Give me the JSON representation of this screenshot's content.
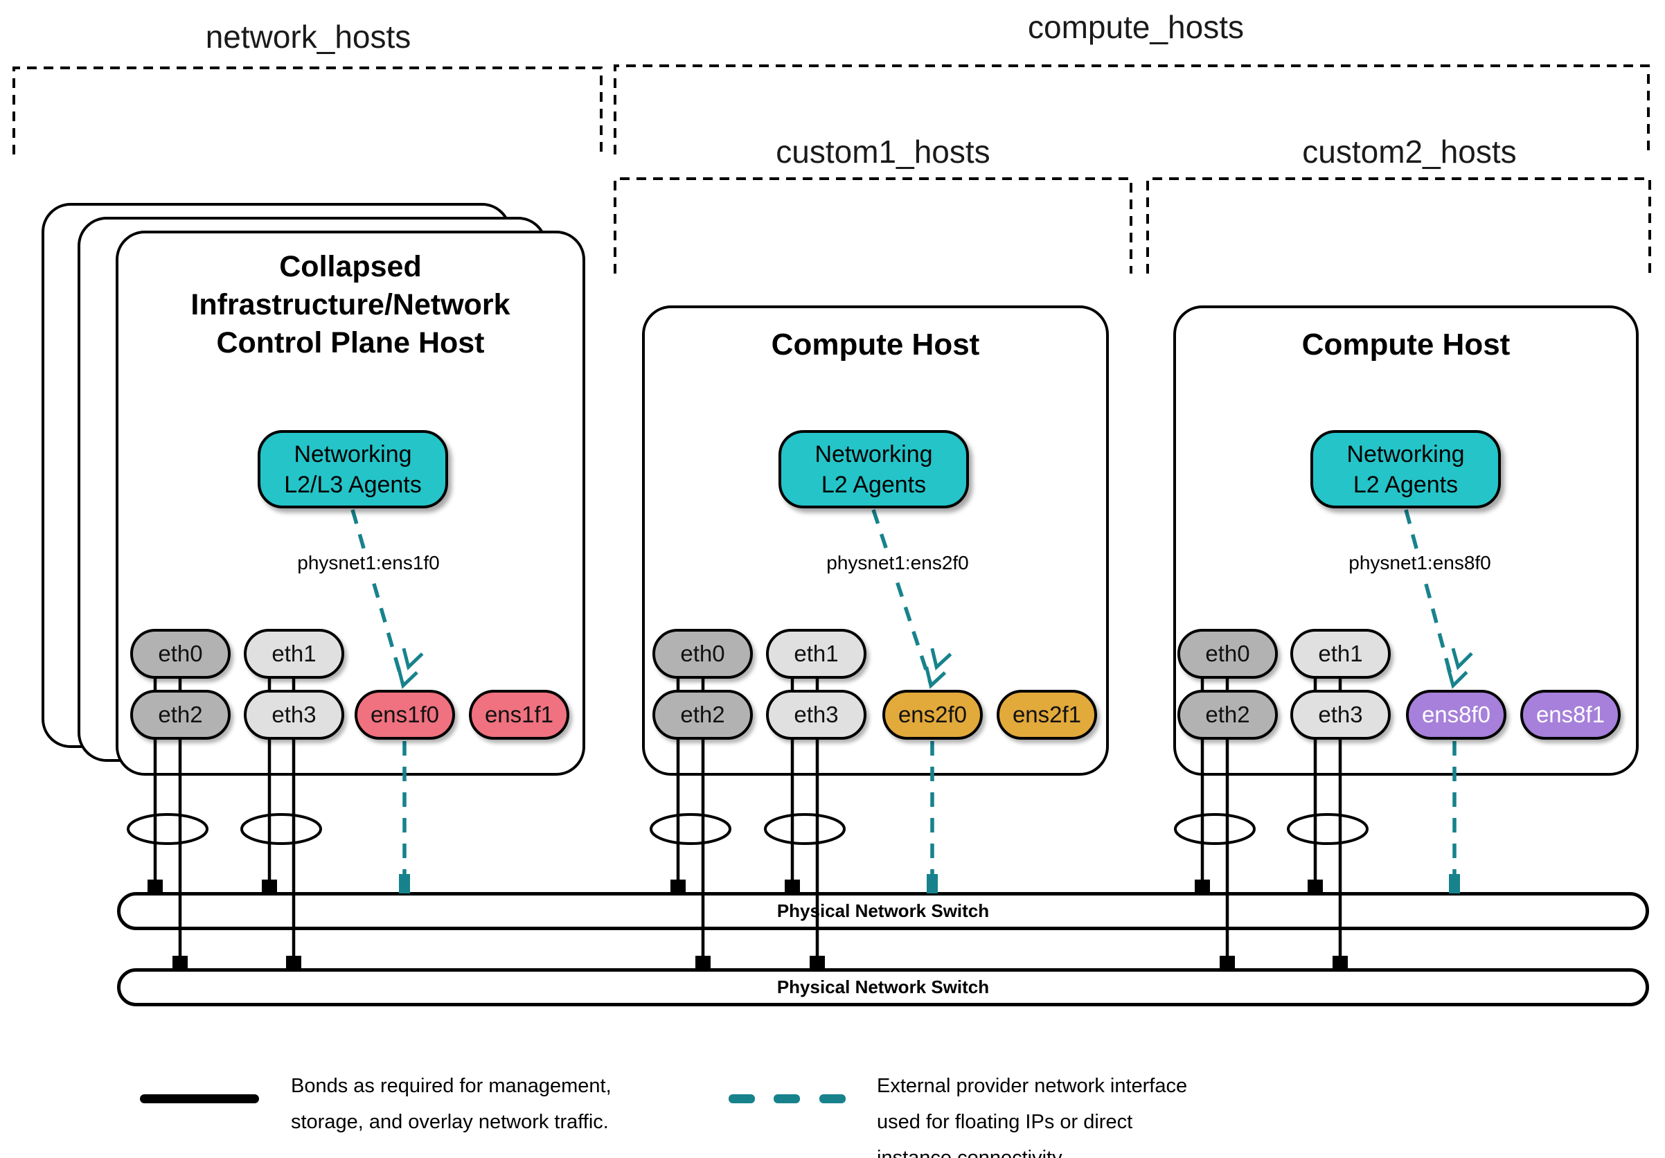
{
  "colors": {
    "teal_fill": "#24C4C8",
    "teal_line": "#17828C",
    "pink": "#F0717F",
    "gold": "#E2A93B",
    "purple": "#A680DA",
    "gray_dark": "#B2B2B2",
    "gray_light": "#E0E0E0"
  },
  "groups": {
    "network_hosts": "network_hosts",
    "compute_hosts": "compute_hosts",
    "custom1_hosts": "custom1_hosts",
    "custom2_hosts": "custom2_hosts"
  },
  "hosts": [
    {
      "title_lines": [
        "Collapsed",
        "Infrastructure/Network",
        "Control Plane Host"
      ],
      "agent_lines": [
        "Networking",
        "L2/L3 Agents"
      ],
      "physnet_label": "physnet1:ens1f0",
      "nics": {
        "eth0": "eth0",
        "eth1": "eth1",
        "eth2": "eth2",
        "eth3": "eth3",
        "ensf0": "ens1f0",
        "ensf1": "ens1f1"
      }
    },
    {
      "title_lines": [
        "Compute Host"
      ],
      "agent_lines": [
        "Networking",
        "L2 Agents"
      ],
      "physnet_label": "physnet1:ens2f0",
      "nics": {
        "eth0": "eth0",
        "eth1": "eth1",
        "eth2": "eth2",
        "eth3": "eth3",
        "ensf0": "ens2f0",
        "ensf1": "ens2f1"
      }
    },
    {
      "title_lines": [
        "Compute Host"
      ],
      "agent_lines": [
        "Networking",
        "L2 Agents"
      ],
      "physnet_label": "physnet1:ens8f0",
      "nics": {
        "eth0": "eth0",
        "eth1": "eth1",
        "eth2": "eth2",
        "eth3": "eth3",
        "ensf0": "ens8f0",
        "ensf1": "ens8f1"
      }
    }
  ],
  "switches": [
    {
      "label": "Physical Network Switch"
    },
    {
      "label": "Physical Network Switch"
    }
  ],
  "legend": {
    "bond_lines": [
      "Bonds as required for management,",
      "storage, and overlay network traffic."
    ],
    "external_lines": [
      "External provider network interface",
      "used for floating IPs or direct",
      "instance connectivity"
    ]
  }
}
